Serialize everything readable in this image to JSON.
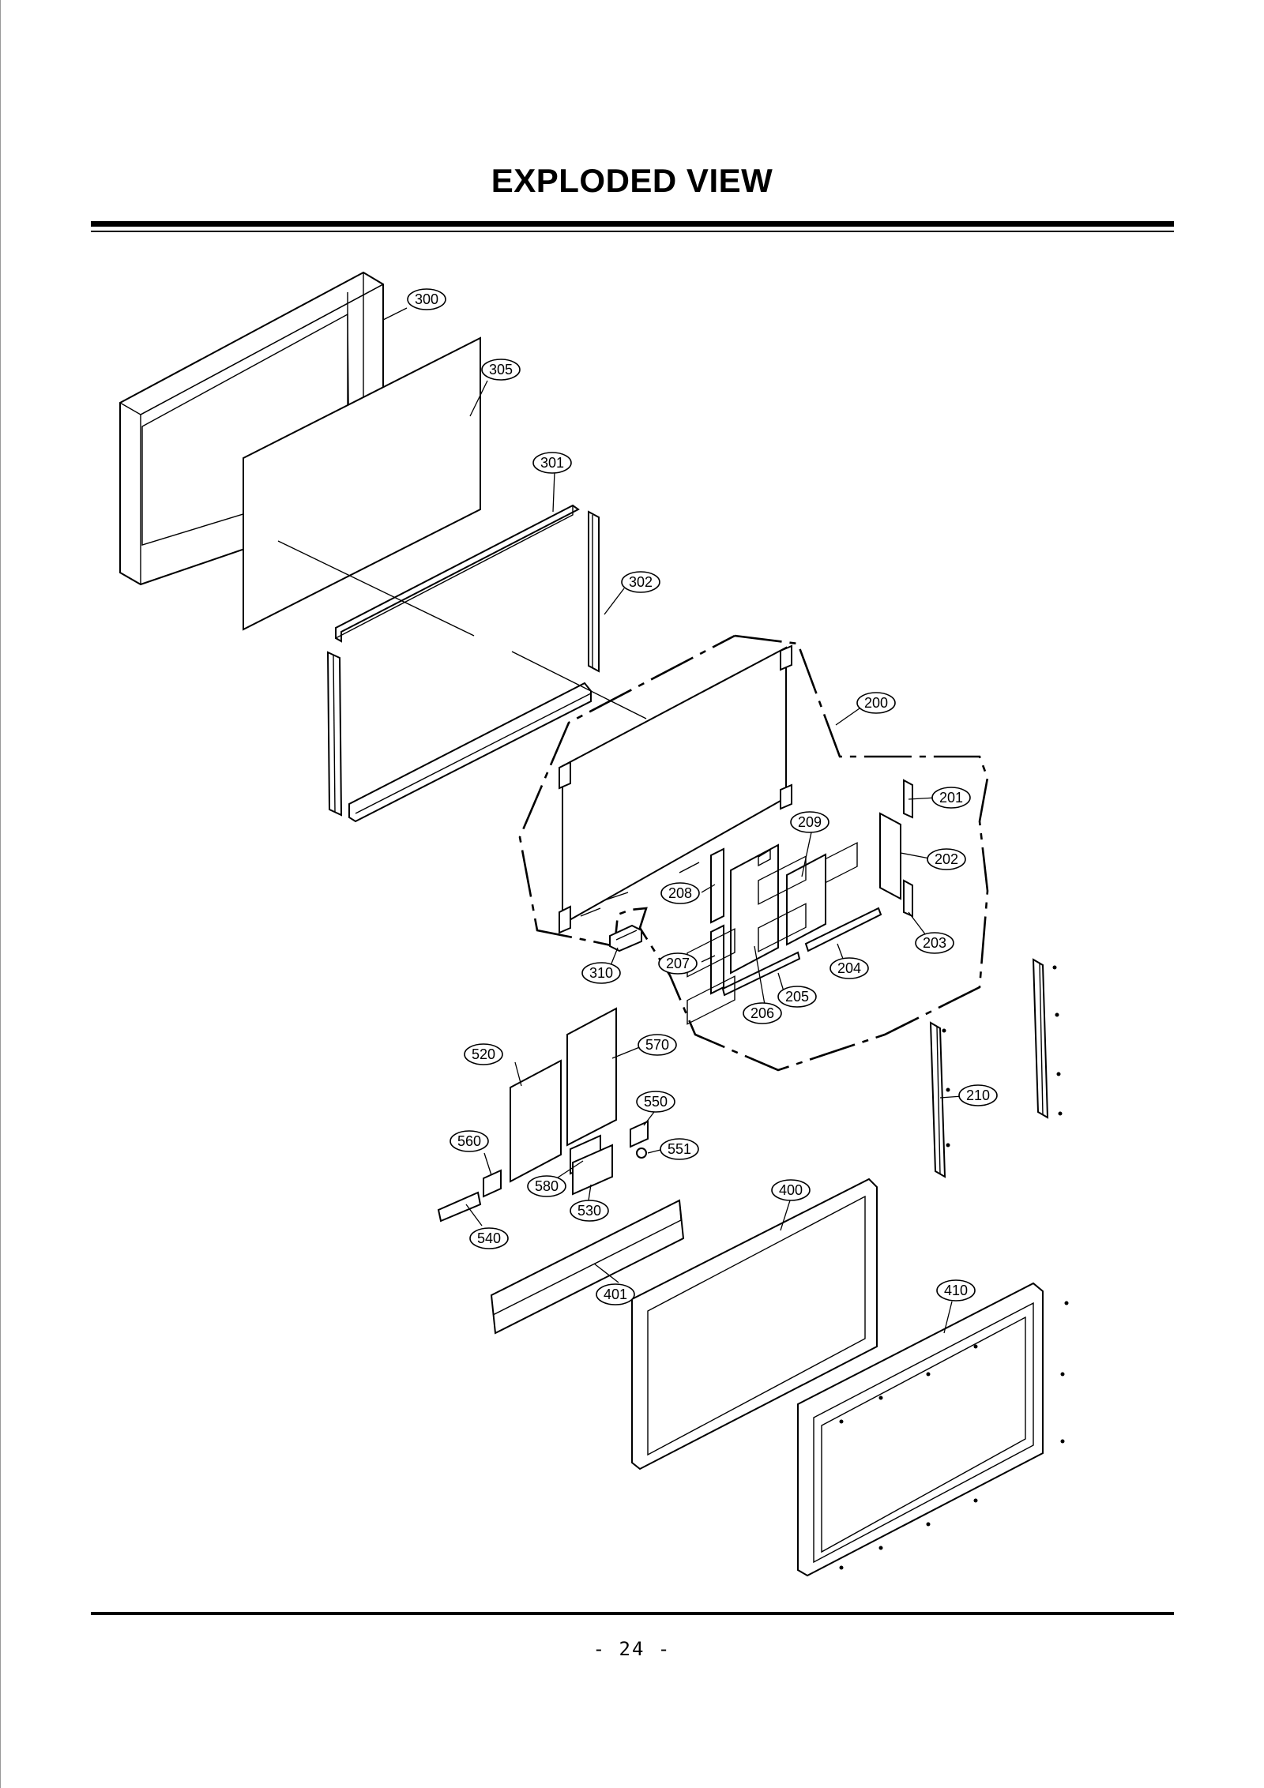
{
  "title": "EXPLODED VIEW",
  "page_number": "- 24 -",
  "callouts": {
    "c300": "300",
    "c305": "305",
    "c301": "301",
    "c302": "302",
    "c200": "200",
    "c201": "201",
    "c202": "202",
    "c203": "203",
    "c204": "204",
    "c205": "205",
    "c206": "206",
    "c207": "207",
    "c208": "208",
    "c209": "209",
    "c210": "210",
    "c310": "310",
    "c520": "520",
    "c570": "570",
    "c550": "550",
    "c551": "551",
    "c560": "560",
    "c580": "580",
    "c530": "530",
    "c540": "540",
    "c400": "400",
    "c401": "401",
    "c410": "410"
  }
}
